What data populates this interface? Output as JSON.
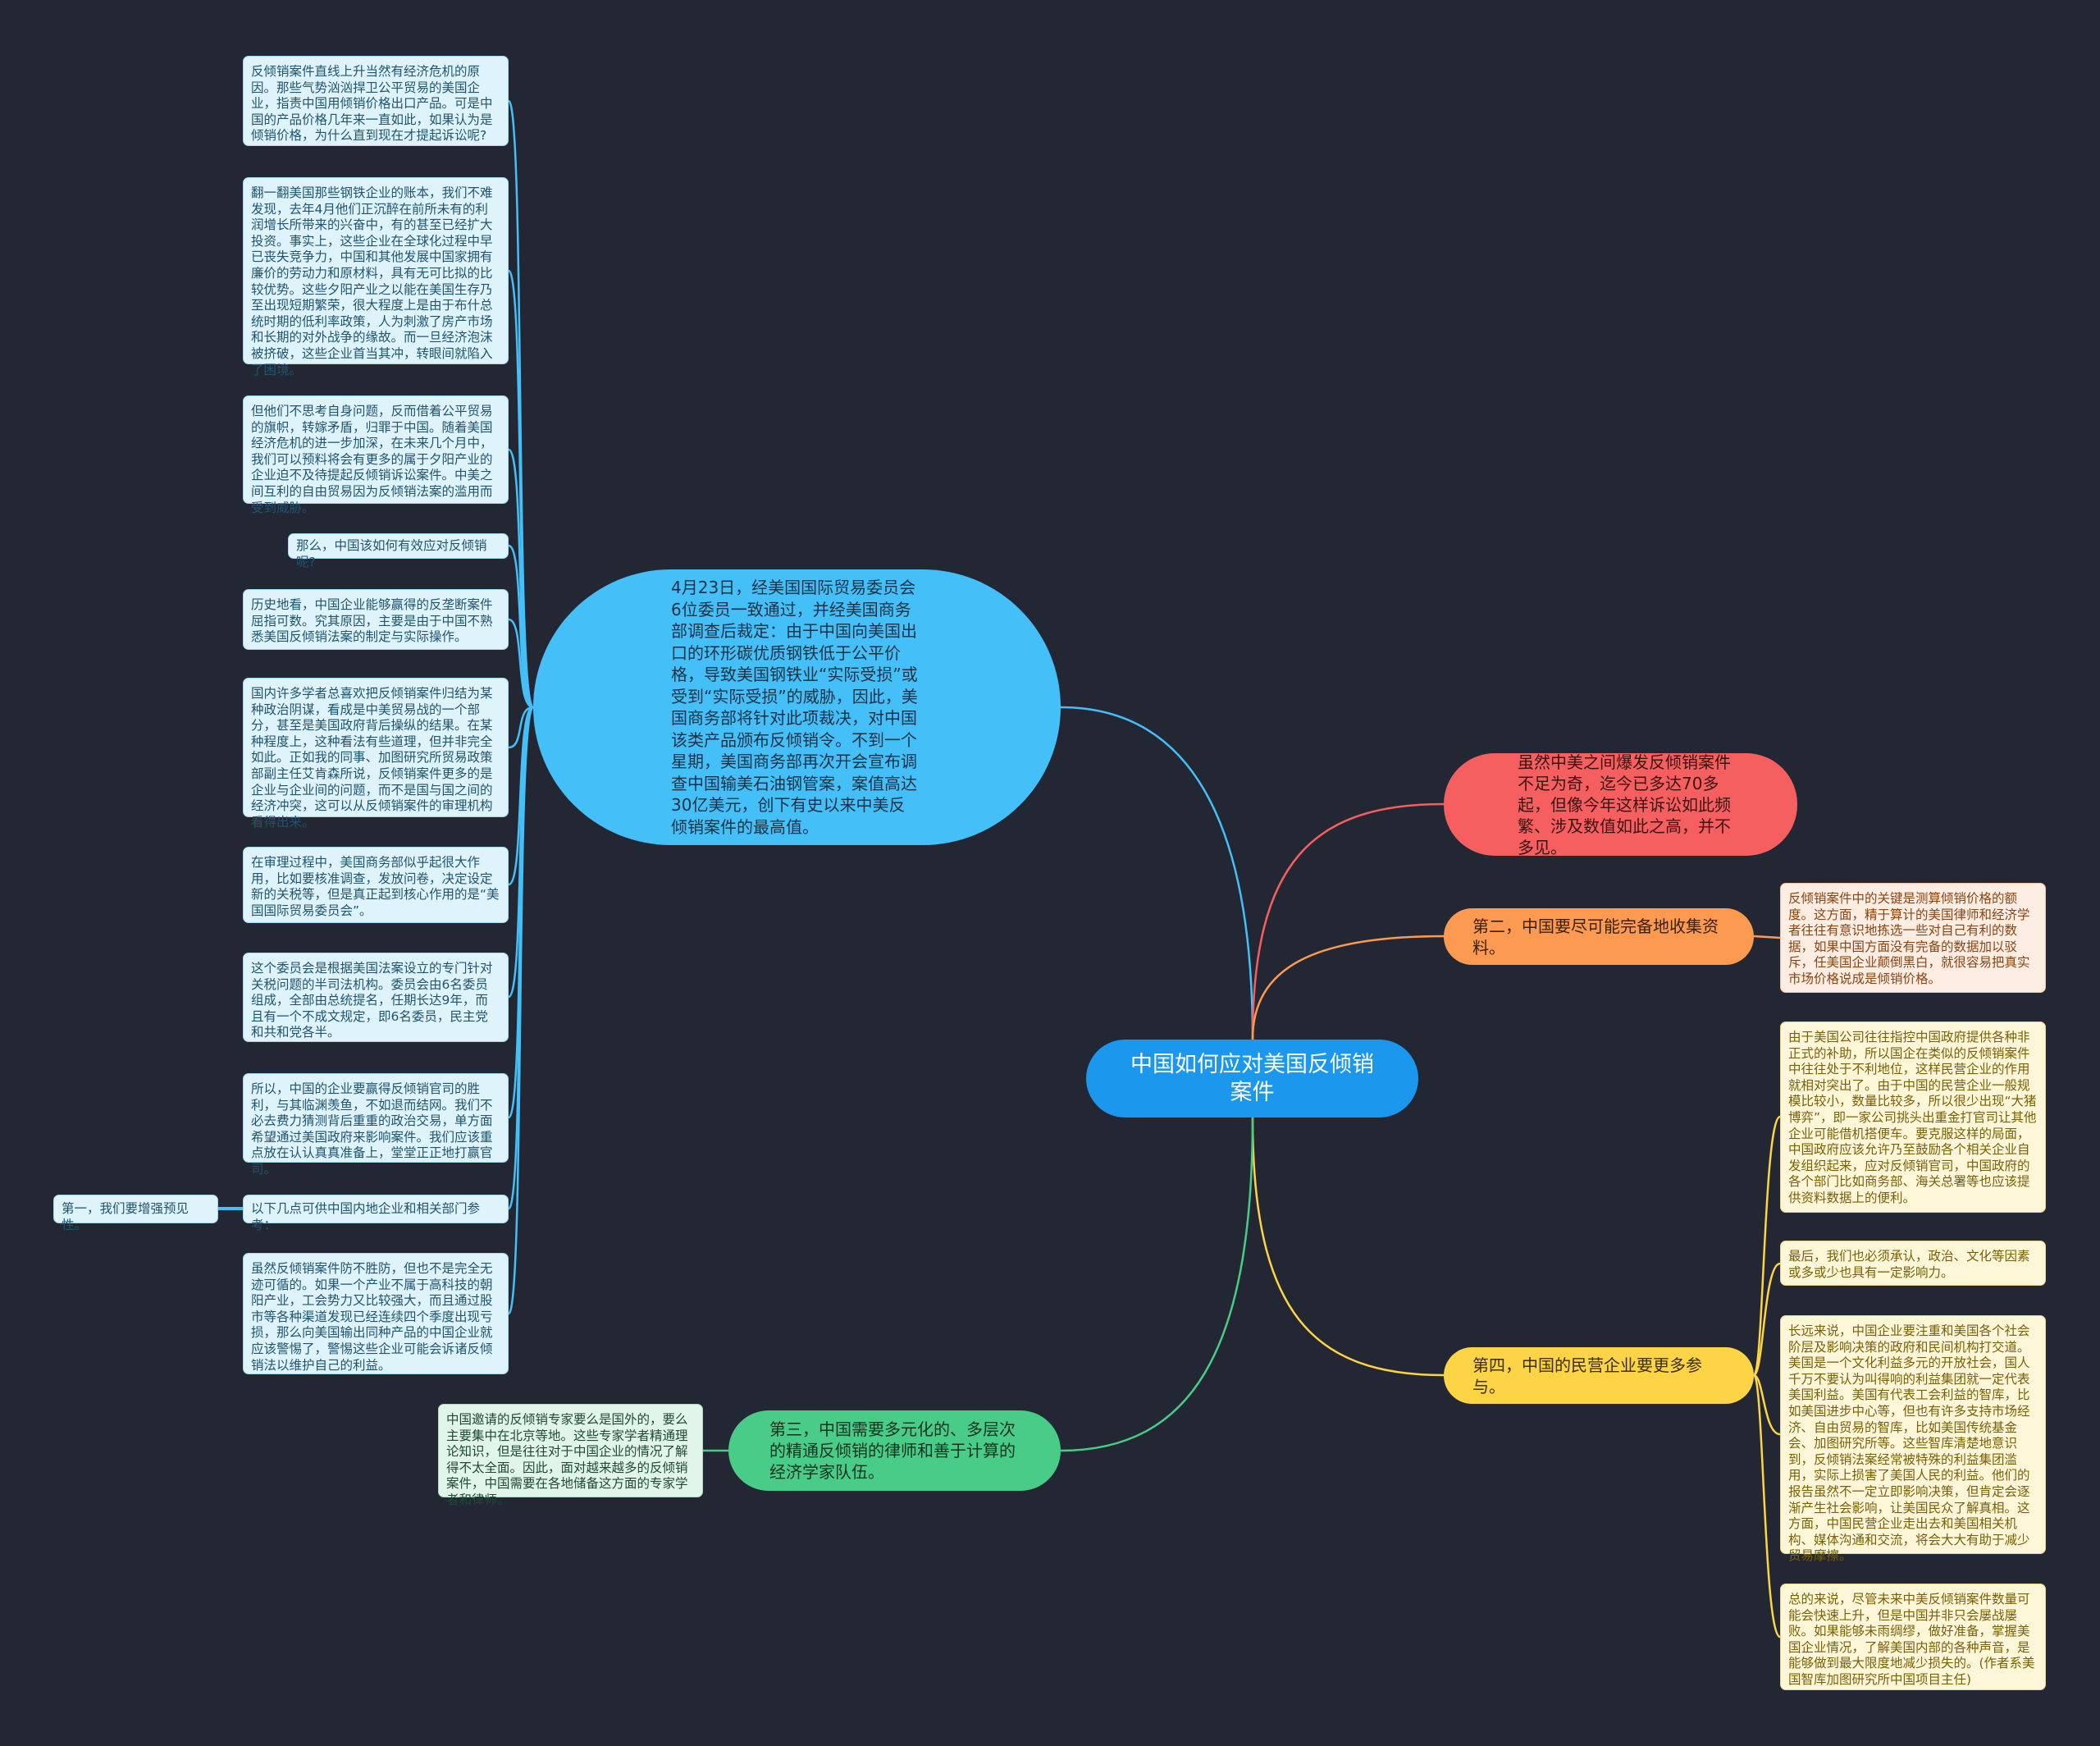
{
  "root": {
    "title": "中国如何应对美国反倾销案件"
  },
  "colors": {
    "root": "#1b97ee",
    "blue": "#45bff7",
    "red": "#f55f60",
    "orange": "#fb9a50",
    "yellow": "#fdd445",
    "green": "#49cc87",
    "background": "#232733"
  },
  "blue_branch": {
    "label": "4月23日，经美国国际贸易委员会6位委员一致通过，并经美国商务部调查后裁定：由于中国向美国出口的环形碳优质钢铁低于公平价格，导致美国钢铁业“实际受损”或受到“实际受损”的威胁，因此，美国商务部将针对此项裁决，对中国该类产品颁布反倾销令。不到一个星期，美国商务部再次开会宣布调查中国输美石油钢管案，案值高达30亿美元，创下有史以来中美反倾销案件的最高值。",
    "notes": [
      "反倾销案件直线上升当然有经济危机的原因。那些气势汹汹捍卫公平贸易的美国企业，指责中国用倾销价格出口产品。可是中国的产品价格几年来一直如此，如果认为是倾销价格，为什么直到现在才提起诉讼呢?",
      "翻一翻美国那些钢铁企业的账本，我们不难发现，去年4月他们正沉醉在前所未有的利润增长所带来的兴奋中，有的甚至已经扩大投资。事实上，这些企业在全球化过程中早已丧失竞争力，中国和其他发展中国家拥有廉价的劳动力和原材料，具有无可比拟的比较优势。这些夕阳产业之以能在美国生存乃至出现短期繁荣，很大程度上是由于布什总统时期的低利率政策，人为刺激了房产市场和长期的对外战争的缘故。而一旦经济泡沫被挤破，这些企业首当其冲，转眼间就陷入了困境。",
      "但他们不思考自身问题，反而借着公平贸易的旗帜，转嫁矛盾，归罪于中国。随着美国经济危机的进一步加深，在未来几个月中，我们可以预料将会有更多的属于夕阳产业的企业迫不及待提起反倾销诉讼案件。中美之间互利的自由贸易因为反倾销法案的滥用而受到威胁。",
      "那么，中国该如何有效应对反倾销呢?",
      "历史地看，中国企业能够赢得的反垄断案件屈指可数。究其原因，主要是由于中国不熟悉美国反倾销法案的制定与实际操作。",
      "国内许多学者总喜欢把反倾销案件归结为某种政治阴谋，看成是中美贸易战的一个部分，甚至是美国政府背后操纵的结果。在某种程度上，这种看法有些道理，但并非完全如此。正如我的同事、加图研究所贸易政策部副主任艾肯森所说，反倾销案件更多的是企业与企业间的问题，而不是国与国之间的经济冲突，这可以从反倾销案件的审理机构看得出来。",
      "在审理过程中，美国商务部似乎起很大作用，比如要核准调查，发放问卷，决定设定新的关税等，但是真正起到核心作用的是“美国国际贸易委员会”。",
      "这个委员会是根据美国法案设立的专门针对关税问题的半司法机构。委员会由6名委员组成，全部由总统提名，任期长达9年，而且有一个不成文规定，即6名委员，民主党和共和党各半。",
      "所以，中国的企业要赢得反倾销官司的胜利，与其临渊羡鱼，不如退而结网。我们不必去费力猜测背后重重的政治交易，单方面希望通过美国政府来影响案件。我们应该重点放在认认真真准备上，堂堂正正地打赢官司。",
      "以下几点可供中国内地企业和相关部门参考：",
      "虽然反倾销案件防不胜防，但也不是完全无迹可循的。如果一个产业不属于高科技的朝阳产业，工会势力又比较强大，而且通过股市等各种渠道发现已经连续四个季度出现亏损，那么向美国输出同种产品的中国企业就应该警惕了，警惕这些企业可能会诉诸反倾销法以维护自己的利益。"
    ],
    "sub_note": "第一，我们要增强预见性。"
  },
  "red_branch": {
    "label": "虽然中美之间爆发反倾销案件不足为奇，迄今已多达70多起，但像今年这样诉讼如此频繁、涉及数值如此之高，并不多见。"
  },
  "orange_branch": {
    "label": "第二，中国要尽可能完备地收集资料。",
    "note": "反倾销案件中的关键是测算倾销价格的额度。这方面，精于算计的美国律师和经济学者往往有意识地拣选一些对自己有利的数据，如果中国方面没有完备的数据加以驳斥，任美国企业颠倒黑白，就很容易把真实市场价格说成是倾销价格。"
  },
  "yellow_branch": {
    "label": "第四，中国的民营企业要更多参与。",
    "notes": [
      "由于美国公司往往指控中国政府提供各种非正式的补助，所以国企在类似的反倾销案件中往往处于不利地位，这样民营企业的作用就相对突出了。由于中国的民营企业一般规模比较小，数量比较多，所以很少出现“大猪博弈”，即一家公司挑头出重金打官司让其他企业可能借机搭便车。要克服这样的局面，中国政府应该允许乃至鼓励各个相关企业自发组织起来，应对反倾销官司，中国政府的各个部门比如商务部、海关总署等也应该提供资料数据上的便利。",
      "最后，我们也必须承认，政治、文化等因素或多或少也具有一定影响力。",
      "长远来说，中国企业要注重和美国各个社会阶层及影响决策的政府和民间机构打交道。美国是一个文化利益多元的开放社会，国人千万不要认为叫得响的利益集团就一定代表美国利益。美国有代表工会利益的智库，比如美国进步中心等，但也有许多支持市场经济、自由贸易的智库，比如美国传统基金会、加图研究所等。这些智库清楚地意识到，反倾销法案经常被特殊的利益集团滥用，实际上损害了美国人民的利益。他们的报告虽然不一定立即影响决策，但肯定会逐渐产生社会影响，让美国民众了解真相。这方面，中国民营企业走出去和美国相关机构、媒体沟通和交流，将会大大有助于减少贸易摩擦。",
      "总的来说，尽管未来中美反倾销案件数量可能会快速上升，但是中国并非只会屡战屡败。如果能够未雨绸缪，做好准备，掌握美国企业情况，了解美国内部的各种声音，是能够做到最大限度地减少损失的。(作者系美国智库加图研究所中国项目主任)"
    ]
  },
  "green_branch": {
    "label": "第三，中国需要多元化的、多层次的精通反倾销的律师和善于计算的经济学家队伍。",
    "note": "中国邀请的反倾销专家要么是国外的，要么主要集中在北京等地。这些专家学者精通理论知识，但是往往对于中国企业的情况了解得不太全面。因此，面对越来越多的反倾销案件，中国需要在各地储备这方面的专家学者和律师。"
  }
}
